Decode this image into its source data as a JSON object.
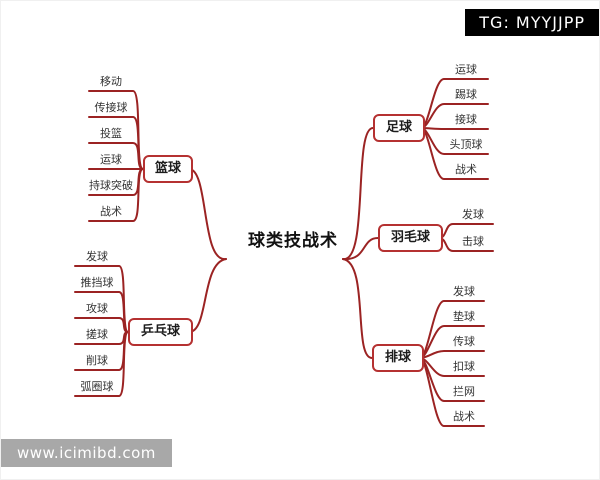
{
  "watermarks": {
    "top_right": "TG: MYYJJPP",
    "bottom_left": "www.icimibd.com"
  },
  "mindmap": {
    "title": "球类技战术",
    "colors": {
      "line": "#9b2323",
      "node_border": "#b53131",
      "watermark_top_bg": "#000000",
      "watermark_bottom_bg": "#a8a8a8"
    },
    "branches": [
      {
        "label": "篮球",
        "side": "left",
        "leaves": [
          "移动",
          "传接球",
          "投篮",
          "运球",
          "持球突破",
          "战术"
        ]
      },
      {
        "label": "乒乓球",
        "side": "left",
        "leaves": [
          "发球",
          "推挡球",
          "攻球",
          "搓球",
          "削球",
          "弧圈球"
        ]
      },
      {
        "label": "足球",
        "side": "right",
        "leaves": [
          "运球",
          "踢球",
          "接球",
          "头顶球",
          "战术"
        ]
      },
      {
        "label": "羽毛球",
        "side": "right",
        "leaves": [
          "发球",
          "击球"
        ]
      },
      {
        "label": "排球",
        "side": "right",
        "leaves": [
          "发球",
          "垫球",
          "传球",
          "扣球",
          "拦网",
          "战术"
        ]
      }
    ]
  }
}
